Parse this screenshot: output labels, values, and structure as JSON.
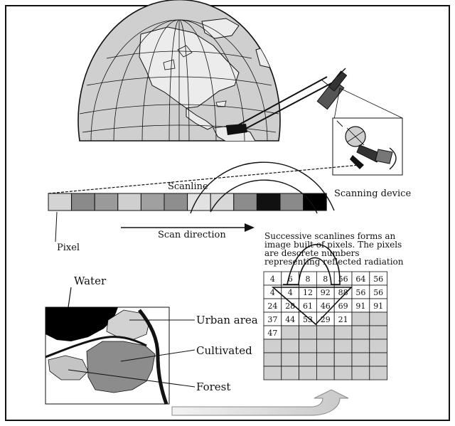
{
  "labels": {
    "scanline": "Scanline",
    "scanning_device": "Scanning device",
    "pixel": "Pixel",
    "scan_direction": "Scan direction",
    "caption_lines": [
      "Successive scanlines forms an",
      "image built of pixels. The pixels",
      "are descrete numbers",
      "representing reflected radiation"
    ],
    "water": "Water",
    "urban_area": "Urban area",
    "cultivated": "Cultivated",
    "forest": "Forest"
  },
  "scanline_gray_levels": [
    "#d4d4d4",
    "#8a8a8a",
    "#9a9a9a",
    "#cfcfcf",
    "#a0a0a0",
    "#8e8e8e",
    "#e2e2e2",
    "#d8d8d8",
    "#8c8c8c",
    "#111111",
    "#8a8a8a",
    "#000000"
  ],
  "grid": {
    "rows": [
      [
        "4",
        "6",
        "8",
        "8",
        "56",
        "64",
        "56"
      ],
      [
        "4",
        "4",
        "12",
        "92",
        "88",
        "56",
        "56"
      ],
      [
        "24",
        "28",
        "61",
        "46",
        "69",
        "91",
        "91"
      ],
      [
        "37",
        "44",
        "53",
        "29",
        "21",
        "",
        ""
      ],
      [
        "47",
        "",
        "",
        "",
        "",
        "",
        ""
      ],
      [
        "",
        "",
        "",
        "",
        "",
        "",
        ""
      ],
      [
        "",
        "",
        "",
        "",
        "",
        "",
        ""
      ],
      [
        "",
        "",
        "",
        "",
        "",
        "",
        ""
      ]
    ],
    "filled_color": "#ffffff",
    "empty_color": "#cfcfcf"
  },
  "colors": {
    "water": "#000000",
    "urban": "#d2d2d2",
    "cultivated": "#8c8c8c",
    "forest": "#c4c4c4",
    "globe_land": "#e8e8e8",
    "globe_sea": "#cfcfcf"
  }
}
